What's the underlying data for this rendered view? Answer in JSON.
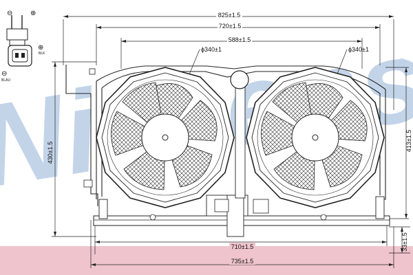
{
  "watermark": {
    "text": "Nissens",
    "registered": "®",
    "color": "#b9cde6"
  },
  "band_color": "#efc4cc",
  "connector": {
    "wire_marks": [
      "⊖",
      "⊕",
      "⊕"
    ],
    "pin_labels": [
      "BLK",
      "BLAU"
    ]
  },
  "dimensions": {
    "overall_width": "825±1.5",
    "upper_width": "720±1.5",
    "inner_width": "588±1.5",
    "fan_left_dia": "ϕ340±1",
    "fan_right_dia": "ϕ340±1",
    "total_height": "430±1.5",
    "frame_height": "413±1.5",
    "bottom_width": "710±1.5",
    "base_width": "735±1.5",
    "foot_height": "33±1.5"
  },
  "icons": [
    "fan-blade-icon",
    "electrical-connector-icon"
  ]
}
